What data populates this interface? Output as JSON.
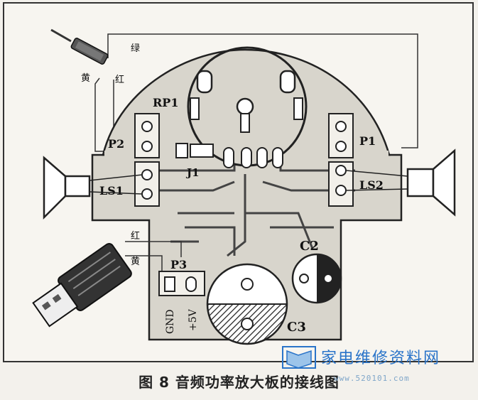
{
  "labels": {
    "green": "绿",
    "yellow_top": "黄",
    "red_top": "红",
    "rp1": "RP1",
    "p2": "P2",
    "p1": "P1",
    "j1": "J1",
    "ls1": "LS1",
    "ls2": "LS2",
    "red_bottom": "红",
    "yellow_bottom": "黄",
    "p3": "P3",
    "c2": "C2",
    "c3": "C3",
    "gnd": "GND",
    "plus5v": "+5V"
  },
  "caption": "图 8  音频功率放大板的接线图",
  "watermark": {
    "name": "家电维修资料网",
    "url": "www.520101.com"
  }
}
